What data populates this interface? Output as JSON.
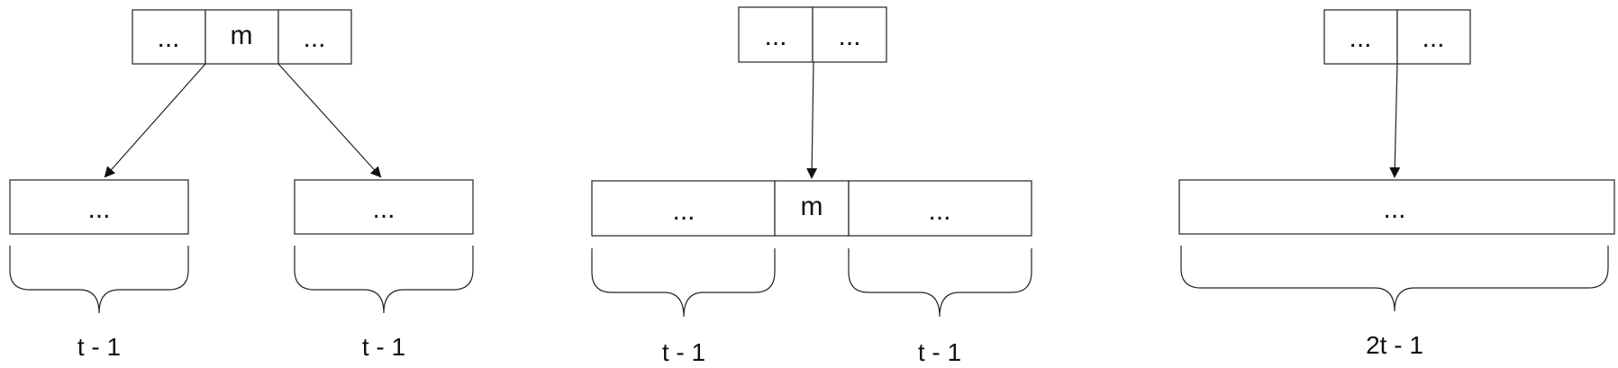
{
  "panel1": {
    "top_node": [
      "...",
      "m",
      "..."
    ],
    "left_child": "...",
    "right_child": "...",
    "left_label": "t - 1",
    "right_label": "t - 1"
  },
  "panel2": {
    "top_node": [
      "...",
      "..."
    ],
    "merged_node": [
      "...",
      "m",
      "..."
    ],
    "left_label": "t - 1",
    "right_label": "t - 1"
  },
  "panel3": {
    "top_node": [
      "...",
      "..."
    ],
    "merged_node": "...",
    "label": "2t - 1"
  }
}
